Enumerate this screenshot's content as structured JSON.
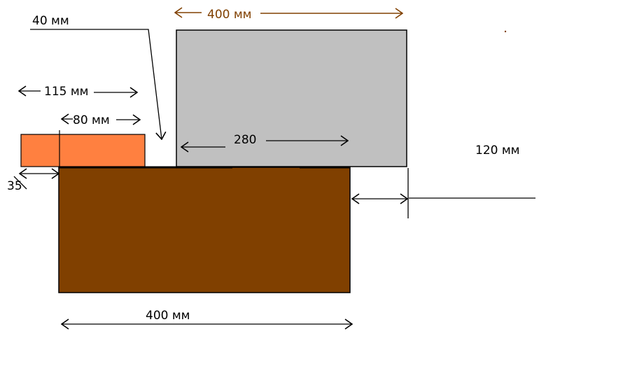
{
  "labels": {
    "top_width": "400 мм",
    "gap": "40 мм",
    "brick_outer": "115 мм",
    "brick_inner": "80 мм",
    "inner_width": "280",
    "offset": "120 мм",
    "ledge": "35",
    "base_width": "400 мм"
  },
  "colors": {
    "grey_block": "#c0c0c0",
    "brick": "#ff8040",
    "foundation": "#804000",
    "top_label": "#804000",
    "ink": "#000000"
  }
}
